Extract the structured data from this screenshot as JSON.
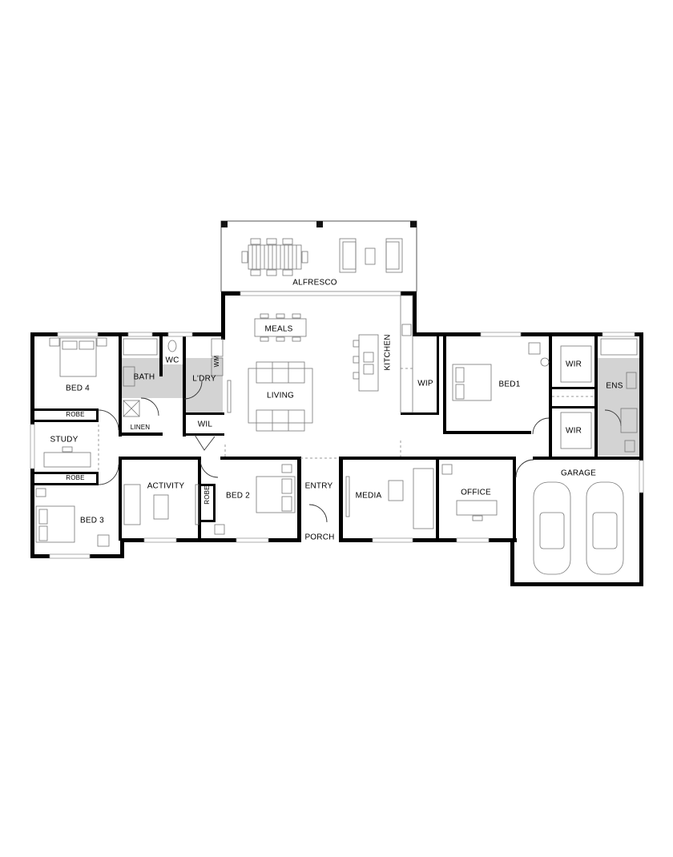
{
  "plan": {
    "rooms": {
      "alfresco": "ALFRESCO",
      "meals": "MEALS",
      "living": "LIVING",
      "kitchen": "KITCHEN",
      "wip": "WIP",
      "bed1": "BED1",
      "wir_top": "WIR",
      "wir_bottom": "WIR",
      "ens": "ENS",
      "bed4": "BED 4",
      "robe_bed4": "ROBE",
      "bath": "BATH",
      "wc": "WC",
      "ldry": "L'DRY",
      "wm": "WM",
      "linen": "LINEN",
      "wil": "WIL",
      "study": "STUDY",
      "robe_bed3": "ROBE",
      "bed3": "BED 3",
      "activity": "ACTIVITY",
      "robe_bed2": "ROBE",
      "bed2": "BED 2",
      "entry": "ENTRY",
      "porch": "PORCH",
      "media": "MEDIA",
      "office": "OFFICE",
      "garage": "GARAGE"
    }
  }
}
